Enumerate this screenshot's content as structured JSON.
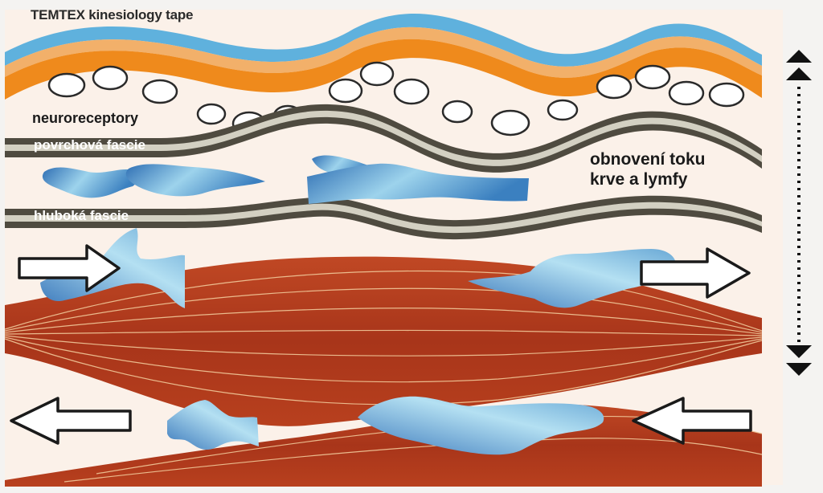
{
  "labels": {
    "title": "TEMTEX kinesiology tape",
    "neuroreceptors": "neuroreceptory",
    "superficial_fascia": "povrchová fascie",
    "deep_fascia": "hluboká fascie",
    "restoration_line1": "obnovení toku",
    "restoration_line2": "krve a lymfy"
  },
  "colors": {
    "tape_blue": "#5fb1dd",
    "tape_light_orange": "#f2b06a",
    "tape_orange": "#ef8a1c",
    "fascia_dark": "#4f4b40",
    "fascia_light": "#c9c5b6",
    "muscle_red": "#b03a1c",
    "muscle_fiber": "#f1c99a",
    "fluid_blue": "#3d7fbe",
    "fluid_light": "#a9d9ee",
    "background": "#fbf1e9"
  },
  "icons": [
    "right-arrow-icon",
    "left-arrow-icon",
    "up-arrow-icon",
    "down-arrow-icon"
  ]
}
